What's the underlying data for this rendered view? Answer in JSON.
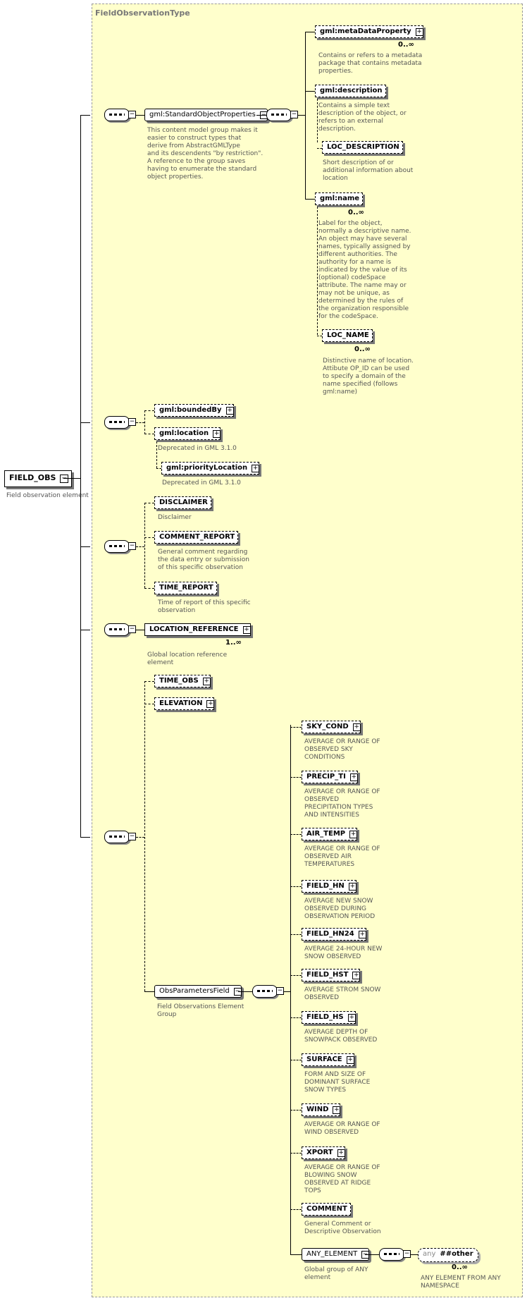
{
  "complex_type": {
    "title": "FieldObservationType"
  },
  "root": {
    "name": "FIELD_OBS",
    "expand": "−",
    "doc": "Field observation element"
  },
  "group1": {
    "ref": "gml:StandardObjectProperties",
    "doc": "This content model group makes it\neasier to construct types that\n      derive from AbstractGMLType\nand its descendents \"by restriction\".\n      A reference to the group saves\nhaving to enumerate the standard\nobject properties.",
    "items": [
      {
        "name": "gml:metaDataProperty",
        "card": "0..∞",
        "doc": "Contains or refers to a metadata\npackage that contains metadata\nproperties."
      },
      {
        "name": "gml:description",
        "card": "",
        "doc": "Contains a simple text\ndescription of the object, or\nrefers to an external\ndescription."
      },
      {
        "name": "LOC_DESCRIPTION",
        "card": "",
        "doc": "Short description of or\nadditional information about\nlocation"
      },
      {
        "name": "gml:name",
        "card": "0..∞",
        "doc": "Label for the object,\nnormally a descriptive name.\nAn object may have several\nnames, typically assigned by\ndifferent authorities.  The\nauthority for a name is\nindicated by the value of its\n(optional) codeSpace\nattribute.  The name may or\nmay not be unique, as\ndetermined by the rules of\nthe organization responsible\nfor the codeSpace."
      },
      {
        "name": "LOC_NAME",
        "card": "0..∞",
        "doc": "Distinctive name of location.\nAttibute OP_ID can be used\nto specify a domain of the\nname specified (follows\ngml:name)"
      }
    ]
  },
  "group2": {
    "items": [
      {
        "name": "gml:boundedBy",
        "doc": ""
      },
      {
        "name": "gml:location",
        "doc": "Deprecated in GML 3.1.0"
      },
      {
        "name": "gml:priorityLocation",
        "doc": "Deprecated in GML 3.1.0"
      }
    ]
  },
  "group3": {
    "items": [
      {
        "name": "DISCLAIMER",
        "doc": "Disclaimer"
      },
      {
        "name": "COMMENT_REPORT",
        "doc": "General comment regarding\nthe data entry or submission\nof this specific observation"
      },
      {
        "name": "TIME_REPORT",
        "doc": "Time of report of this specific\nobservation"
      }
    ]
  },
  "group4": {
    "items": [
      {
        "name": "LOCATION_REFERENCE",
        "card": "1..∞",
        "doc": "Global location reference\nelement"
      }
    ]
  },
  "group5": {
    "items": [
      {
        "name": "TIME_OBS"
      },
      {
        "name": "ELEVATION"
      }
    ],
    "obs_group": {
      "ref": "ObsParametersField",
      "doc": "Field Observations Element\nGroup"
    },
    "params": [
      {
        "name": "SKY_COND",
        "doc": "AVERAGE OR RANGE OF\nOBSERVED SKY\nCONDITIONS"
      },
      {
        "name": "PRECIP_TI",
        "doc": "AVERAGE OR RANGE OF\nOBSERVED\nPRECIPITATION TYPES\nAND INTENSITIES"
      },
      {
        "name": "AIR_TEMP",
        "doc": "AVERAGE OR RANGE OF\nOBSERVED AIR\nTEMPERATURES"
      },
      {
        "name": "FIELD_HN",
        "doc": "AVERAGE NEW SNOW\nOBSERVED DURING\nOBSERVATION PERIOD"
      },
      {
        "name": "FIELD_HN24",
        "doc": "AVERAGE 24-HOUR NEW\nSNOW OBSERVED"
      },
      {
        "name": "FIELD_HST",
        "doc": "AVERAGE STROM SNOW\nOBSERVED"
      },
      {
        "name": "FIELD_HS",
        "doc": "AVERAGE  DEPTH OF\nSNOWPACK  OBSERVED"
      },
      {
        "name": "SURFACE",
        "doc": "FORM AND SIZE OF\nDOMINANT SURFACE\nSNOW TYPES"
      },
      {
        "name": "WIND",
        "doc": "AVERAGE OR RANGE OF\nWIND OBSERVED"
      },
      {
        "name": "XPORT",
        "doc": "AVERAGE OR RANGE OF\nBLOWING SNOW\nOBSERVED AT RIDGE\nTOPS"
      },
      {
        "name": "COMMENT",
        "doc": "General Comment or\nDescriptive Observation"
      }
    ],
    "any_group": {
      "ref": "ANY_ELEMENT",
      "doc": "Global group of ANY\nelement"
    },
    "any": {
      "keyword": "any",
      "namespace": "##other",
      "card": "0..∞",
      "doc": "ANY ELEMENT FROM ANY\nNAMESPACE"
    }
  },
  "icons": {
    "expand": "plus-box-icon",
    "collapse": "minus-box-icon",
    "sequence": "sequence-compositor-icon"
  }
}
